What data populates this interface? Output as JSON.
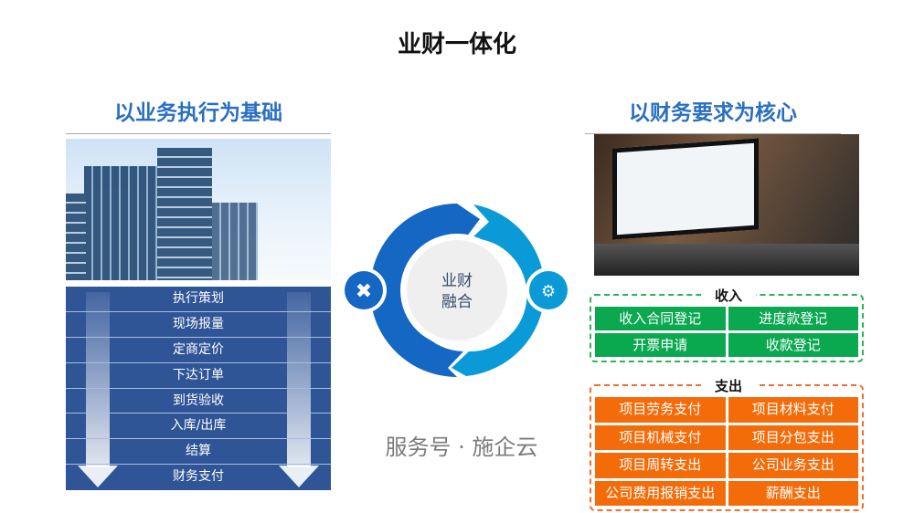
{
  "title": "业财一体化",
  "left": {
    "heading": "以业务执行为基础",
    "steps": [
      "执行策划",
      "现场报量",
      "定商定价",
      "下达订单",
      "到货验收",
      "入库/出库",
      "结算",
      "财务支付"
    ]
  },
  "center": {
    "line1": "业财",
    "line2": "融合",
    "colors": {
      "left": "#1467c2",
      "right": "#0a9ad8"
    }
  },
  "right": {
    "heading": "以财务要求为核心",
    "income": {
      "label": "收入",
      "items": [
        "收入合同登记",
        "进度款登记",
        "开票申请",
        "收款登记"
      ]
    },
    "expense": {
      "label": "支出",
      "items": [
        "项目劳务支付",
        "项目材料支付",
        "项目机械支付",
        "项目分包支出",
        "项目周转支出",
        "公司业务支出",
        "公司费用报销支出",
        "薪酬支出"
      ]
    }
  },
  "watermark": "服务号 · 施企云"
}
